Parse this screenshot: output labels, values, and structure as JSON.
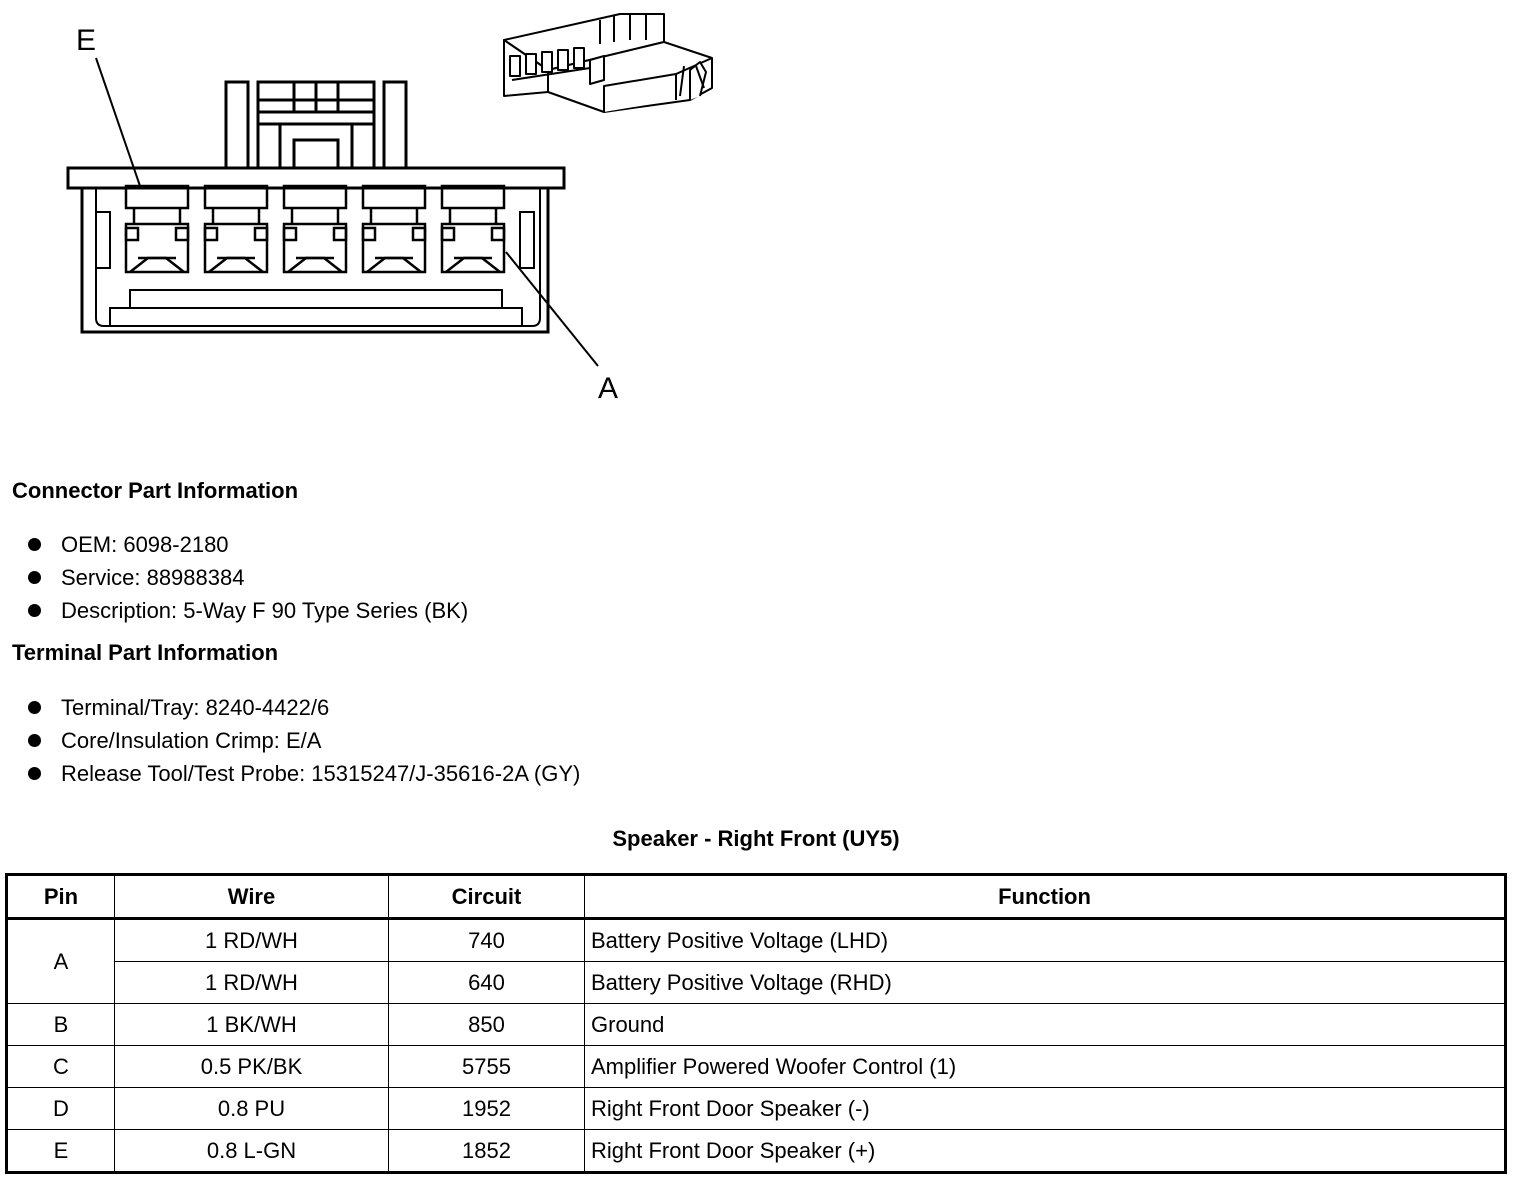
{
  "diagram": {
    "label_e": "E",
    "label_a": "A"
  },
  "connector_section": {
    "title": "Connector Part Information",
    "items": [
      "OEM: 6098-2180",
      "Service: 88988384",
      "Description: 5-Way F 90 Type Series (BK)"
    ]
  },
  "terminal_section": {
    "title": "Terminal Part Information",
    "items": [
      "Terminal/Tray: 8240-4422/6",
      "Core/Insulation Crimp: E/A",
      "Release Tool/Test Probe: 15315247/J-35616-2A (GY)"
    ]
  },
  "table": {
    "title": "Speaker - Right Front (UY5)",
    "headers": [
      "Pin",
      "Wire",
      "Circuit",
      "Function"
    ],
    "rows": [
      {
        "pin": "A",
        "wire": "1 RD/WH",
        "circuit": "740",
        "function": "Battery Positive Voltage (LHD)"
      },
      {
        "pin": "",
        "wire": "1 RD/WH",
        "circuit": "640",
        "function": "Battery Positive Voltage (RHD)"
      },
      {
        "pin": "B",
        "wire": "1 BK/WH",
        "circuit": "850",
        "function": "Ground"
      },
      {
        "pin": "C",
        "wire": "0.5 PK/BK",
        "circuit": "5755",
        "function": "Amplifier Powered Woofer Control (1)"
      },
      {
        "pin": "D",
        "wire": "0.8 PU",
        "circuit": "1952",
        "function": "Right Front Door Speaker (-)"
      },
      {
        "pin": "E",
        "wire": "0.8 L-GN",
        "circuit": "1852",
        "function": "Right Front Door Speaker (+)"
      }
    ]
  }
}
